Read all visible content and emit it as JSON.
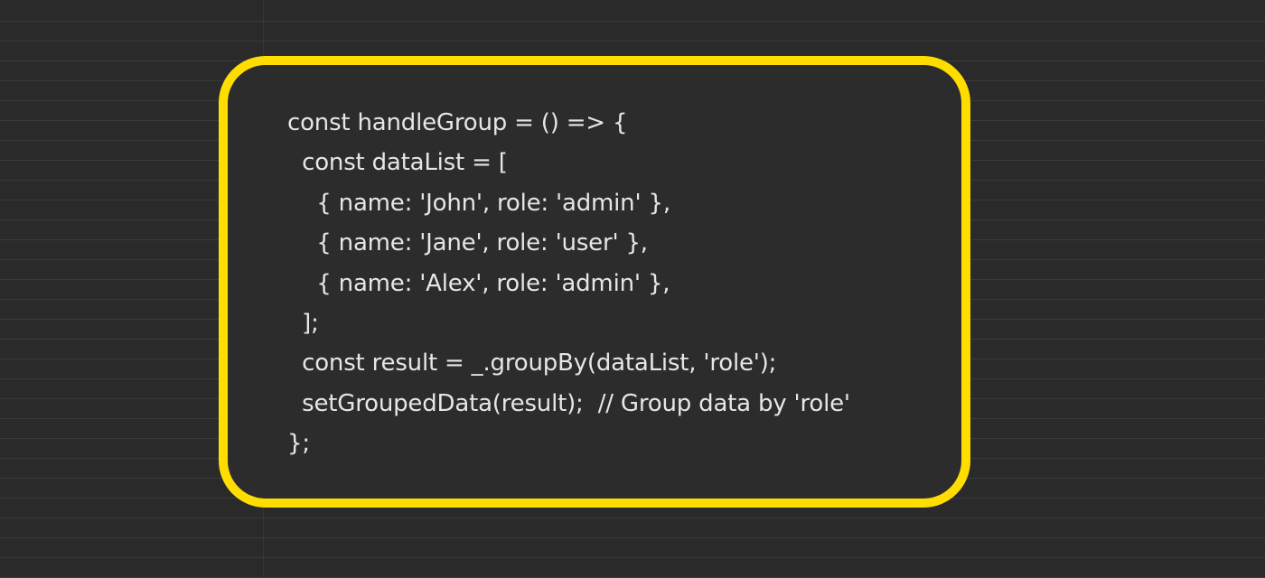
{
  "code_snippet": {
    "language": "javascript",
    "highlight_color": "#ffdd00",
    "lines": [
      "const handleGroup = () => {",
      "  const dataList = [",
      "    { name: 'John', role: 'admin' },",
      "    { name: 'Jane', role: 'user' },",
      "    { name: 'Alex', role: 'admin' },",
      "  ];",
      "  const result = _.groupBy(dataList, 'role');",
      "  setGroupedData(result);  // Group data by 'role'",
      "};"
    ]
  }
}
